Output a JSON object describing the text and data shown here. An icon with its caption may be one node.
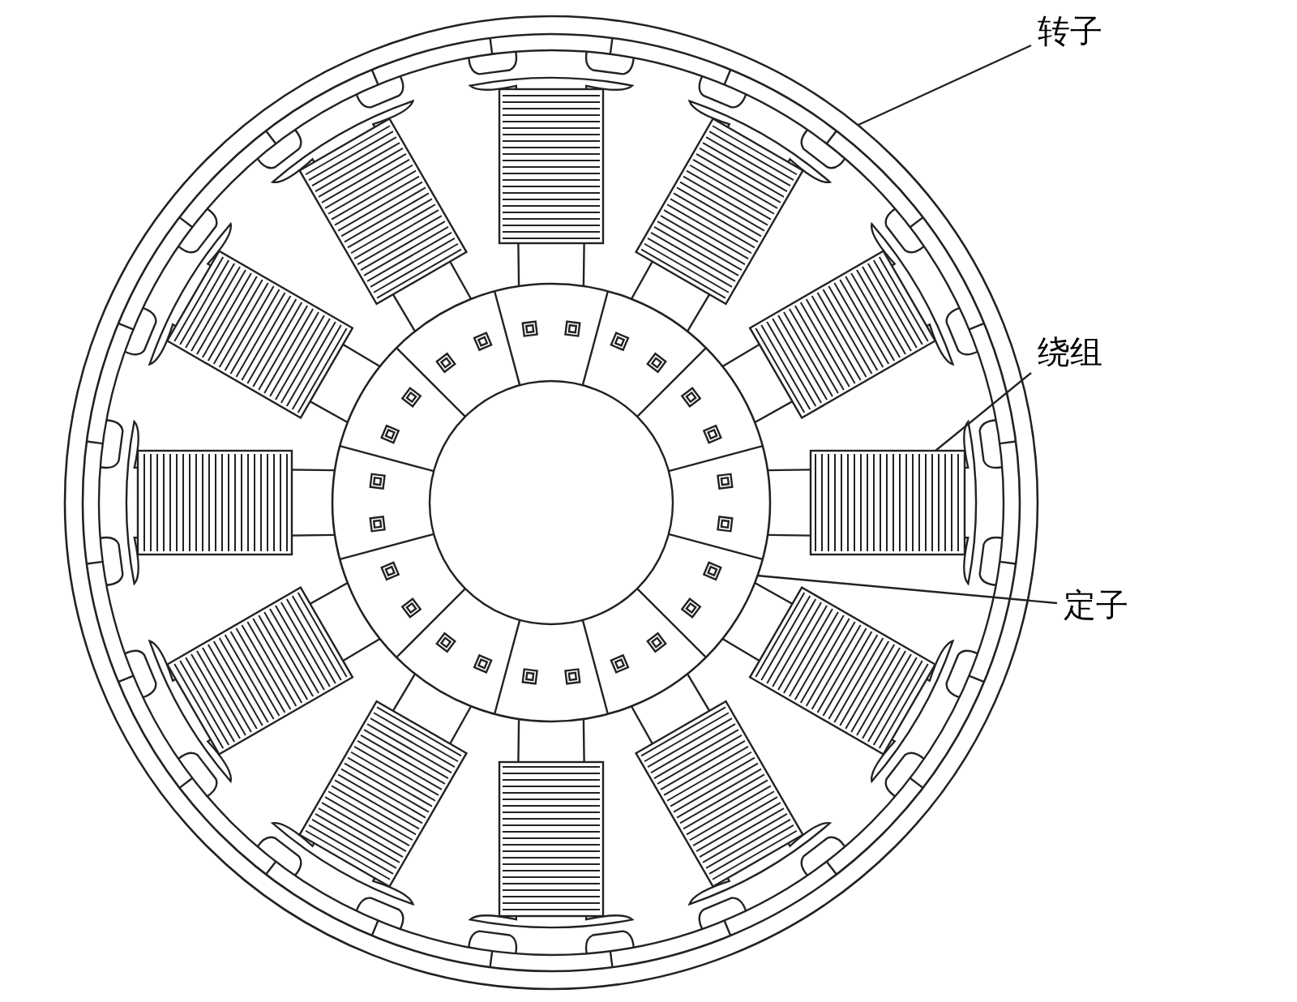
{
  "diagram": {
    "nodes": [
      {
        "text": [
          "转子"
        ]
      },
      {
        "text": [
          "绕组"
        ]
      },
      {
        "text": [
          "定子"
        ]
      },
      {
        "text": [],
        "shape": "circle"
      },
      {
        "text": [],
        "shape": "box",
        "in": 3
      },
      {
        "text": [],
        "shape": "circle",
        "in": 3
      }
    ],
    "edges": [
      {
        "from": 0,
        "to": 3,
        "arrow": "none"
      },
      {
        "from": 1,
        "to": 4,
        "arrow": "none"
      },
      {
        "from": 2,
        "to": 5,
        "arrow": "none"
      }
    ]
  }
}
